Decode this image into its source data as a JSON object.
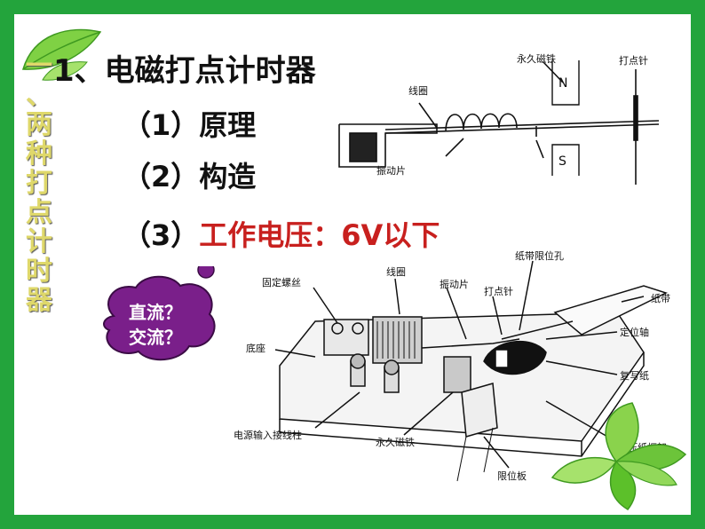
{
  "slide": {
    "section_title_chars": [
      "一",
      "、",
      "两",
      "种",
      "打",
      "点",
      "计",
      "时",
      "器"
    ],
    "heading": "1、电磁打点计时器",
    "items": [
      {
        "label": "（1）原理"
      },
      {
        "label": "（2）构造"
      },
      {
        "prefix": "（3）",
        "highlight": "工作电压：6V以下"
      }
    ],
    "thought_bubble": {
      "line1": "直流？",
      "line2": "交流？"
    },
    "diagram_top": {
      "labels": {
        "magnet": "永久磁铁",
        "needle": "打点针",
        "coil": "线圈",
        "vibrator": "振动片",
        "pole_n": "N",
        "pole_s": "S"
      }
    },
    "diagram_bottom": {
      "labels": {
        "screw": "固定螺丝",
        "coil": "线圈",
        "vibrator": "振动片",
        "needle": "打点针",
        "tape_hole": "纸带限位孔",
        "tape": "纸带",
        "axis": "定位轴",
        "carbon": "复写纸",
        "base": "底座",
        "terminals": "电源输入接线柱",
        "magnet": "永久磁铁",
        "limiter": "限位板",
        "press_frame": "压纸框架"
      }
    },
    "colors": {
      "frame": "#23a43c",
      "highlight": "#c8201e",
      "bubble": "#7a1f8a",
      "leaf": "#5cc02a"
    }
  }
}
